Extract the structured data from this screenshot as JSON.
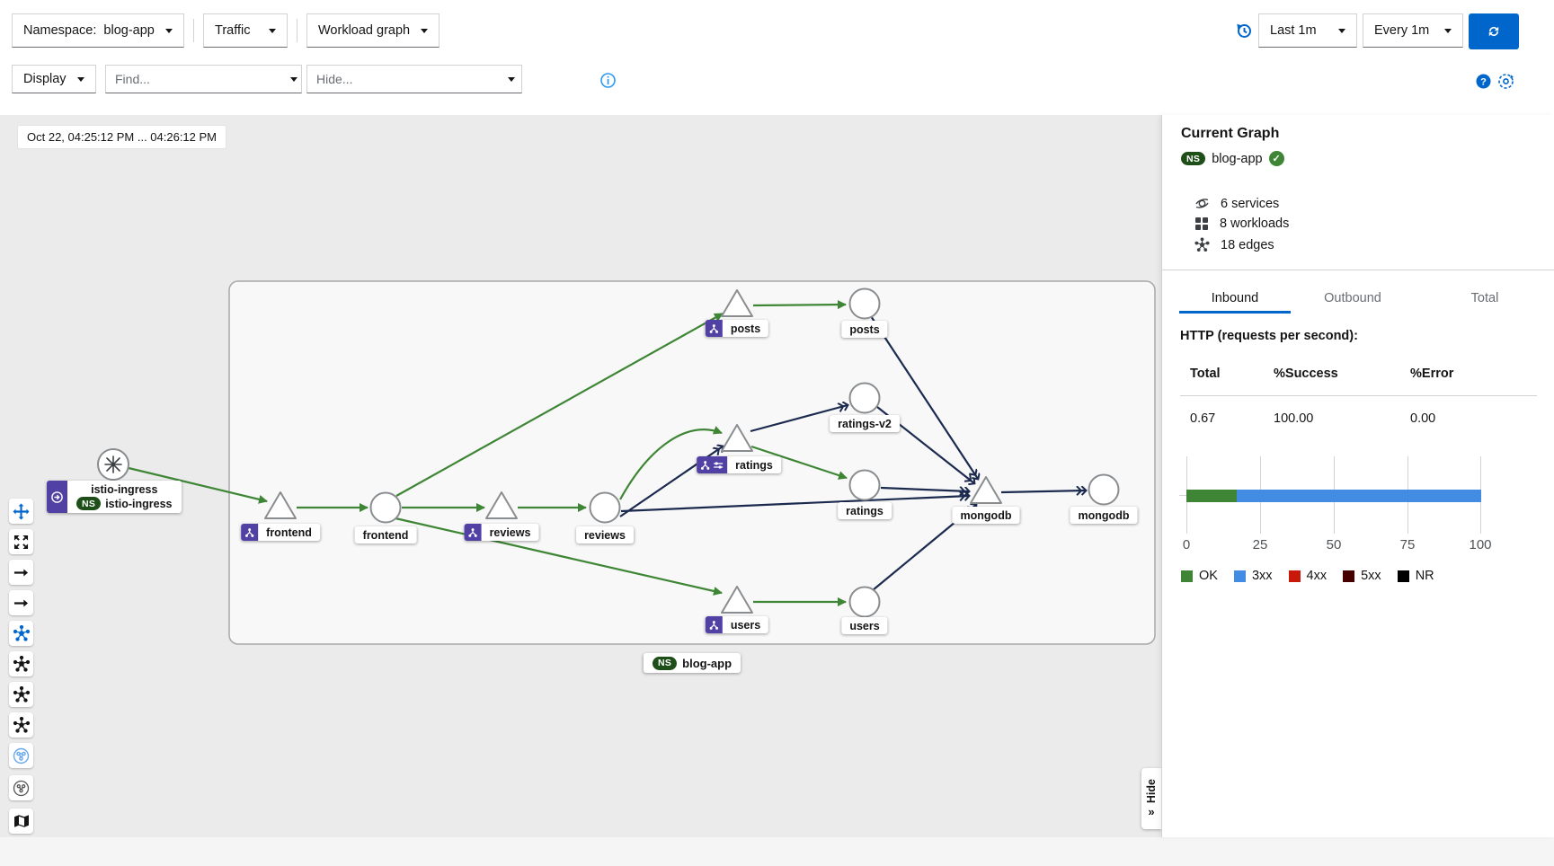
{
  "header": {
    "namespace_label": "Namespace:",
    "namespace_value": "blog-app",
    "traffic_button": "Traffic",
    "graph_type_button": "Workload graph",
    "display_button": "Display",
    "find_placeholder": "Find...",
    "hide_placeholder": "Hide...",
    "time_range": "Last 1m",
    "refresh_interval": "Every 1m"
  },
  "graph": {
    "timestamp": "Oct 22, 04:25:12 PM ... 04:26:12 PM",
    "ns_badge": "NS",
    "namespace_box_label": "blog-app",
    "hide_panel_label": "Hide",
    "hide_panel_chevrons": "»",
    "istio_node": {
      "title": "istio-ingress",
      "ns_badge": "NS",
      "subtitle": "istio-ingress"
    },
    "nodes": [
      {
        "id": "svc-frontend",
        "label": "frontend"
      },
      {
        "id": "wl-frontend",
        "label": "frontend"
      },
      {
        "id": "svc-reviews",
        "label": "reviews"
      },
      {
        "id": "wl-reviews",
        "label": "reviews"
      },
      {
        "id": "svc-posts",
        "label": "posts"
      },
      {
        "id": "wl-posts",
        "label": "posts"
      },
      {
        "id": "wl-ratings-v2",
        "label": "ratings-v2"
      },
      {
        "id": "svc-ratings",
        "label": "ratings"
      },
      {
        "id": "wl-ratings",
        "label": "ratings"
      },
      {
        "id": "svc-users",
        "label": "users"
      },
      {
        "id": "wl-users",
        "label": "users"
      },
      {
        "id": "svc-mongodb",
        "label": "mongodb"
      },
      {
        "id": "wl-mongodb",
        "label": "mongodb"
      }
    ]
  },
  "side_panel": {
    "title": "Current Graph",
    "ns_badge": "NS",
    "namespace": "blog-app",
    "stats": [
      {
        "icon": "services-icon",
        "label": "6 services"
      },
      {
        "icon": "workloads-icon",
        "label": "8 workloads"
      },
      {
        "icon": "edges-icon",
        "label": "18 edges"
      }
    ],
    "tabs": [
      {
        "label": "Inbound",
        "active": true
      },
      {
        "label": "Outbound",
        "active": false
      },
      {
        "label": "Total",
        "active": false
      }
    ],
    "http_heading": "HTTP (requests per second):",
    "table": {
      "headers": [
        "Total",
        "%Success",
        "%Error"
      ],
      "rows": [
        [
          "0.67",
          "100.00",
          "0.00"
        ]
      ]
    }
  },
  "chart_data": {
    "type": "bar",
    "orientation": "horizontal",
    "stacked": true,
    "title": "HTTP (requests per second)",
    "series": [
      {
        "name": "OK",
        "value": 17,
        "color": "#3e8635"
      },
      {
        "name": "3xx",
        "value": 83,
        "color": "#428ce4"
      },
      {
        "name": "4xx",
        "value": 0,
        "color": "#c9190b"
      },
      {
        "name": "5xx",
        "value": 0,
        "color": "#470000"
      },
      {
        "name": "NR",
        "value": 0,
        "color": "#000000"
      }
    ],
    "xlim": [
      0,
      100
    ],
    "xticks": [
      "0",
      "25",
      "50",
      "75",
      "100"
    ],
    "grid": true,
    "legend_position": "bottom"
  },
  "colors": {
    "accent_blue": "#0066cc",
    "edge_http_green": "#3e8635",
    "edge_tcp_navy": "#1b2a4e",
    "badge_purple": "#5241a5",
    "ns_badge_green": "#1e4f18"
  }
}
